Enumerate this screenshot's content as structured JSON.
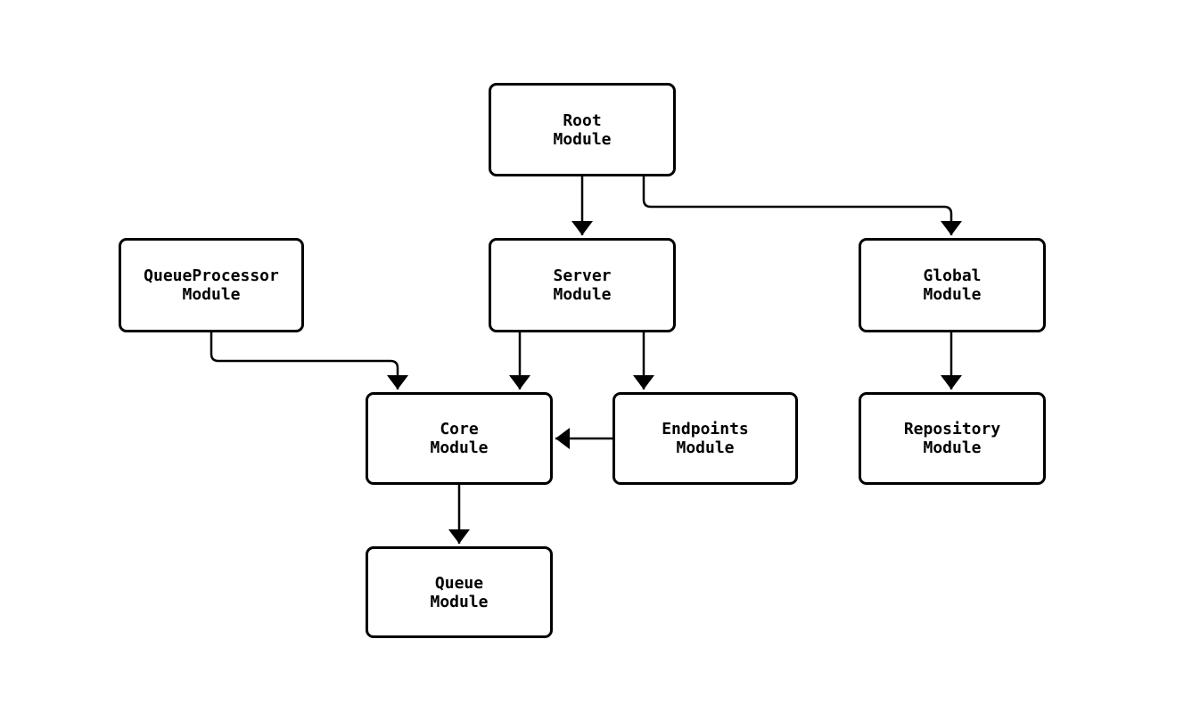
{
  "diagram": {
    "type": "module-dependency-flowchart",
    "colors": {
      "background": "#ffffff",
      "node_fill": "#ffffff",
      "node_border": "#000000",
      "edge_stroke": "#000000",
      "text": "#000000"
    },
    "nodes": {
      "root": {
        "line1": "Root",
        "line2": "Module"
      },
      "queueprocessor": {
        "line1": "QueueProcessor",
        "line2": "Module"
      },
      "server": {
        "line1": "Server",
        "line2": "Module"
      },
      "global": {
        "line1": "Global",
        "line2": "Module"
      },
      "core": {
        "line1": "Core",
        "line2": "Module"
      },
      "endpoints": {
        "line1": "Endpoints",
        "line2": "Module"
      },
      "repository": {
        "line1": "Repository",
        "line2": "Module"
      },
      "queue": {
        "line1": "Queue",
        "line2": "Module"
      }
    },
    "edges": [
      {
        "from": "Root Module",
        "to": "Server Module"
      },
      {
        "from": "Root Module",
        "to": "Global Module"
      },
      {
        "from": "QueueProcessor Module",
        "to": "Core Module"
      },
      {
        "from": "Server Module",
        "to": "Core Module"
      },
      {
        "from": "Server Module",
        "to": "Endpoints Module"
      },
      {
        "from": "Endpoints Module",
        "to": "Core Module"
      },
      {
        "from": "Global Module",
        "to": "Repository Module"
      },
      {
        "from": "Core Module",
        "to": "Queue Module"
      }
    ]
  }
}
